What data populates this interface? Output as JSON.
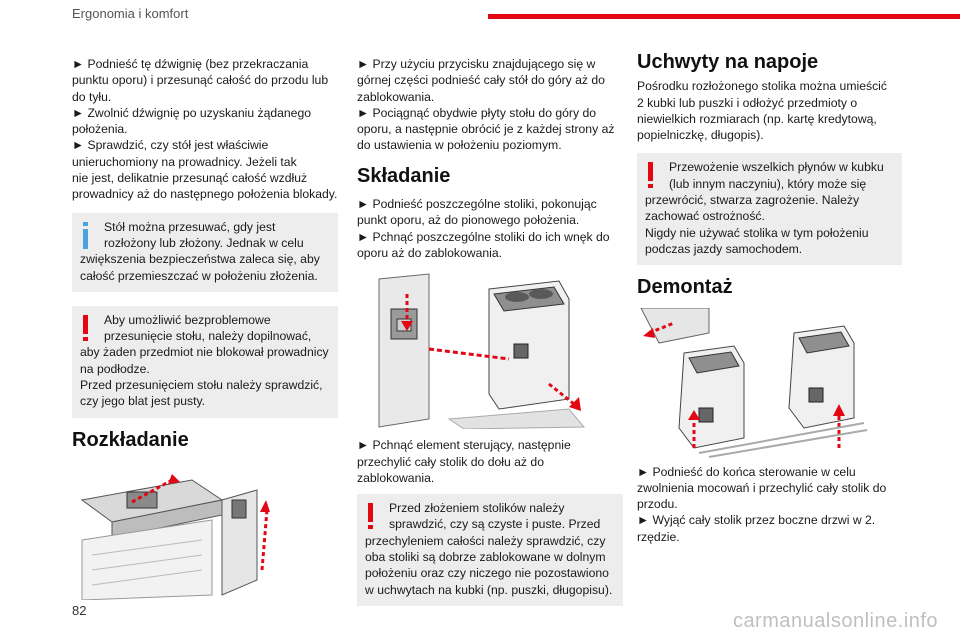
{
  "header": {
    "section_title": "Ergonomia i komfort"
  },
  "page_number": "82",
  "watermark": "carmanualsonline.info",
  "col1": {
    "steps": [
      [
        "► Podnieść tę dźwignię (bez przekraczania",
        "punktu oporu) i przesunąć całość do przodu lub",
        "do tyłu."
      ],
      [
        "► Zwolnić dźwignię po uzyskaniu żądanego",
        "położenia."
      ],
      [
        "► Sprawdzić, czy stół jest właściwie",
        "unieruchomiony na prowadnicy. Jeżeli tak",
        "nie jest, delikatnie przesunąć całość wzdłuż",
        "prowadnicy aż do następnego położenia blokady."
      ]
    ],
    "info_note": [
      "Stół można przesuwać, gdy jest",
      "rozłożony lub złożony. Jednak w celu",
      "zwiększenia bezpieczeństwa zaleca się, aby",
      "całość przemieszczać w położeniu złożenia."
    ],
    "warn_note": [
      "Aby umożliwić bezproblemowe",
      "przesunięcie stołu, należy dopilnować,",
      "aby żaden przedmiot nie blokował prowadnicy",
      "na podłodze.",
      "Przed przesunięciem stołu należy sprawdzić,",
      "czy jego blat jest pusty."
    ],
    "heading": "Rozkładanie"
  },
  "col2": {
    "steps": [
      [
        "► Przy użyciu przycisku znajdującego się w",
        "górnej części podnieść cały stół do góry aż do",
        "zablokowania."
      ],
      [
        "► Pociągnąć obydwie płyty stołu do góry do",
        "oporu, a następnie obrócić je z każdej strony aż",
        "do ustawienia w położeniu poziomym."
      ]
    ],
    "heading": "Składanie",
    "steps2": [
      [
        "► Podnieść poszczególne stoliki, pokonując",
        "punkt oporu, aż do pionowego położenia."
      ],
      [
        "► Pchnąć poszczególne stoliki do ich wnęk do",
        "oporu aż do zablokowania."
      ]
    ],
    "steps3": [
      [
        "► Pchnąć element sterujący, następnie",
        "przechylić cały stolik do dołu aż do",
        "zablokowania."
      ]
    ],
    "warn_note": [
      "Przed złożeniem stolików należy",
      "sprawdzić, czy są czyste i puste. Przed",
      "przechyleniem całości należy sprawdzić, czy",
      "oba stoliki są dobrze zablokowane w dolnym",
      "położeniu oraz czy niczego nie pozostawiono",
      "w uchwytach na kubki (np. puszki, długopisu)."
    ]
  },
  "col3": {
    "heading": "Uchwyty na napoje",
    "intro": [
      "Pośrodku rozłożonego stolika można umieścić",
      "2 kubki lub puszki i odłożyć przedmioty o",
      "niewielkich rozmiarach (np. kartę kredytową,",
      "popielniczkę, długopis)."
    ],
    "warn_note": [
      "Przewożenie wszelkich płynów w kubku",
      "(lub innym naczyniu), który może się",
      "przewrócić, stwarza zagrożenie. Należy",
      "zachować ostrożność.",
      "Nigdy nie używać stolika w tym położeniu",
      "podczas jazdy samochodem."
    ],
    "heading2": "Demontaż",
    "steps": [
      [
        "► Podnieść do końca sterowanie w celu",
        "zwolnienia mocowań i przechylić cały stolik do",
        "przodu."
      ],
      [
        "► Wyjąć cały stolik przez boczne drzwi w 2.",
        "rzędzie."
      ]
    ]
  }
}
